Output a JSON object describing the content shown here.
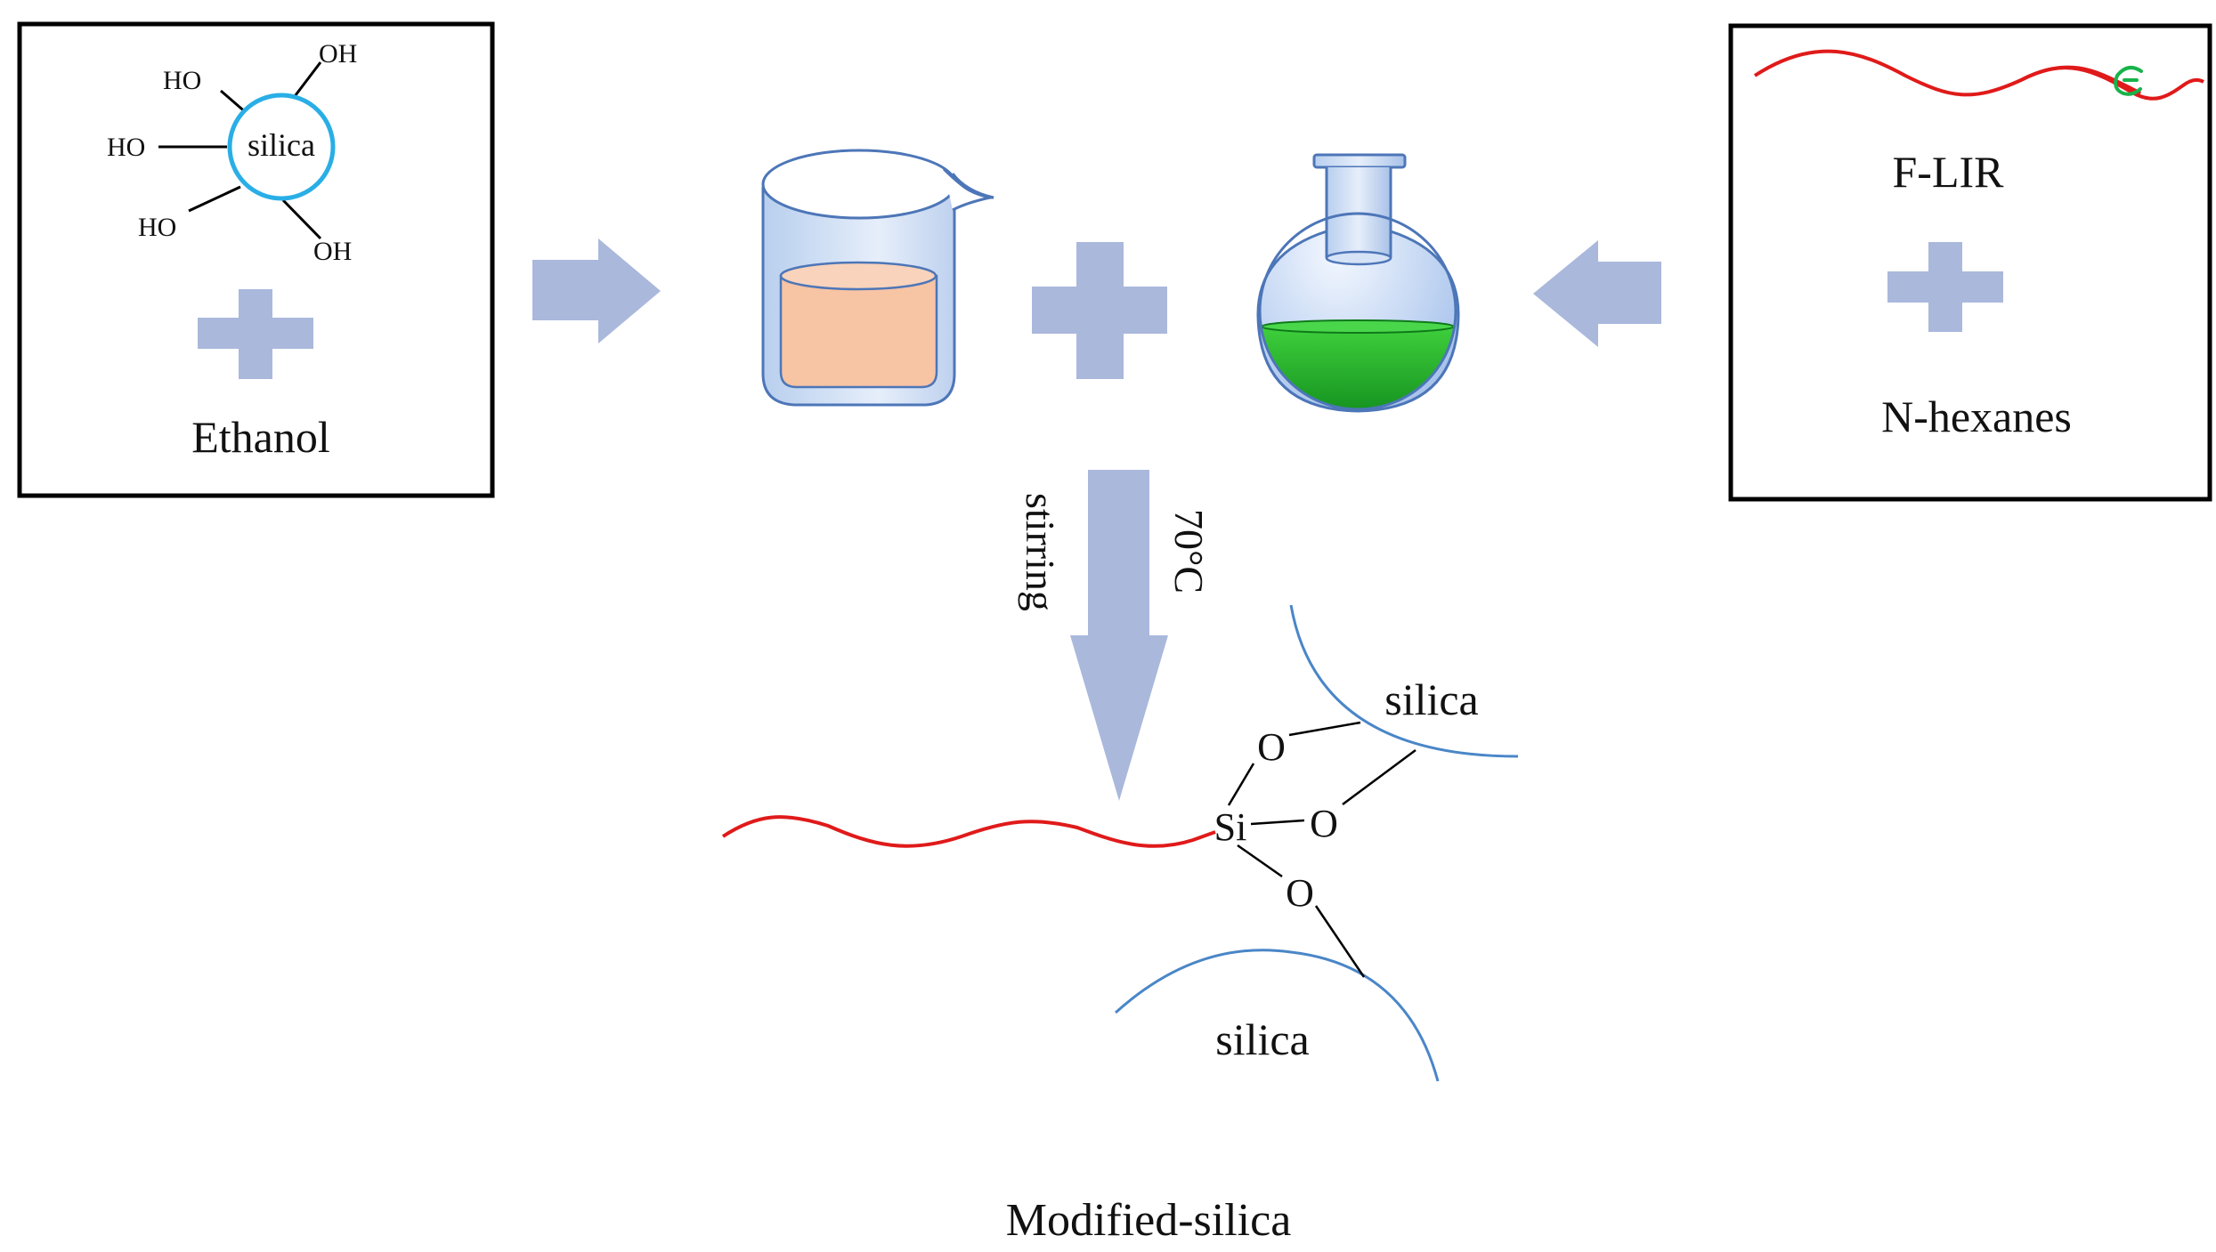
{
  "left_box": {
    "particle_label": "silica",
    "hydroxyl_label": "OH",
    "hydroxyl_label_rev": "HO",
    "solvent_label": "Ethanol"
  },
  "right_box": {
    "polymer_label": "F-LIR",
    "solvent_label": "N-hexanes"
  },
  "process": {
    "condition_stirring": "stirring",
    "condition_temperature": "70°C"
  },
  "product": {
    "silicon_label": "Si",
    "oxygen_label": "O",
    "silica_upper_label": "silica",
    "silica_lower_label": "silica",
    "caption": "Modified-silica"
  },
  "colors": {
    "arrow_fill": "#aab8dc",
    "polymer_chain": "#e01a1a",
    "polymer_end_group": "#18b34a",
    "particle_outline": "#29aee6",
    "silica_arc": "#4a86c8",
    "beaker_liquid": "#f7c4a4",
    "flask_liquid": "#1aa32a",
    "glass": "#c9dcf2"
  }
}
